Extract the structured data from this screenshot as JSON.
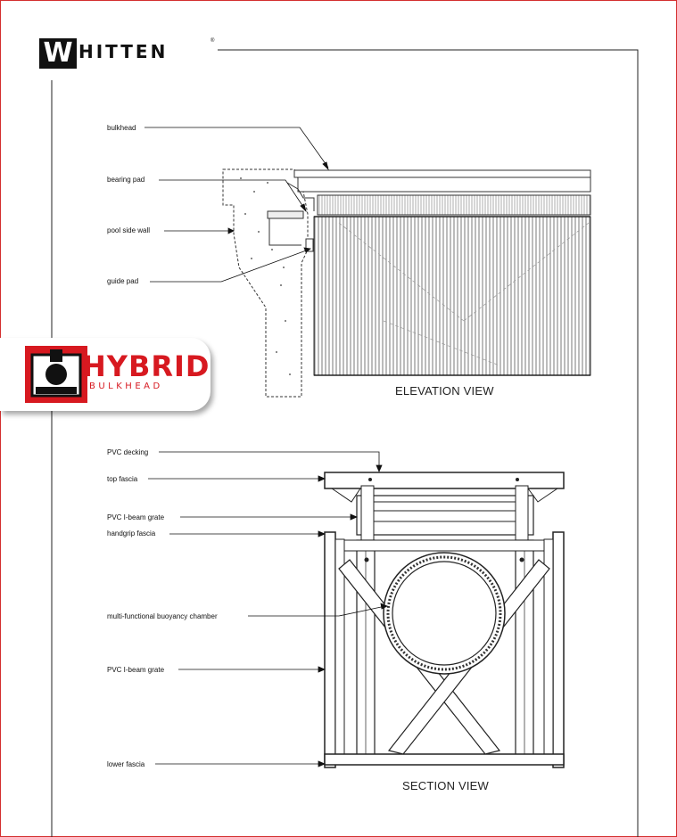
{
  "brand": {
    "logo_letter": "W",
    "logo_name": "HITTEN",
    "registered_mark": "®"
  },
  "badge": {
    "title": "HYBRID",
    "subtitle": "BULKHEAD"
  },
  "elevation_view": {
    "title": "ELEVATION VIEW",
    "callouts": [
      "bulkhead",
      "bearing pad",
      "pool side wall",
      "guide pad"
    ]
  },
  "section_view": {
    "title": "SECTION VIEW",
    "callouts": [
      "PVC decking",
      "top fascia",
      "PVC I-beam grate",
      "handgrip fascia",
      "multi-functional buoyancy chamber",
      "PVC I-beam grate",
      "lower fascia"
    ]
  }
}
